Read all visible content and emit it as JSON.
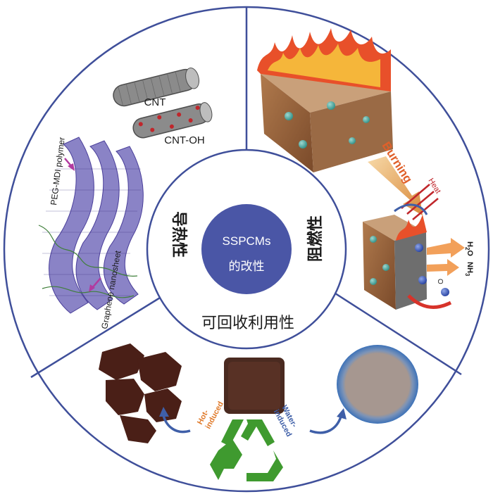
{
  "center": {
    "line1": "SSPCMs",
    "line2": "的改性"
  },
  "sectors": {
    "thermal": {
      "label": "导热性"
    },
    "flame": {
      "label": "阻燃性"
    },
    "recycle": {
      "label": "可回收利用性"
    }
  },
  "thermal_panel": {
    "cnt": "CNT",
    "cnt_oh": "CNT-OH",
    "polymer": "PEG-MDI polymer",
    "graphene": "Graphene nanosheet"
  },
  "flame_panel": {
    "burning": "Burning",
    "heat": "Heat",
    "h2o": "H",
    "h2o_sub": "2",
    "h2o_tail": "O",
    "nh3": "NH",
    "nh3_sub": "3",
    "o2": "O"
  },
  "recycle_panel": {
    "hot_1": "Hot-",
    "hot_2": "induced",
    "water_1": "Water-",
    "water_2": "induced"
  },
  "colors": {
    "ring": "#3f4f9a",
    "center_fill": "#4a56a6",
    "fire": "#e8502a",
    "recycle_green": "#3f9a2f",
    "arrow_blue": "#3f5fa8"
  }
}
